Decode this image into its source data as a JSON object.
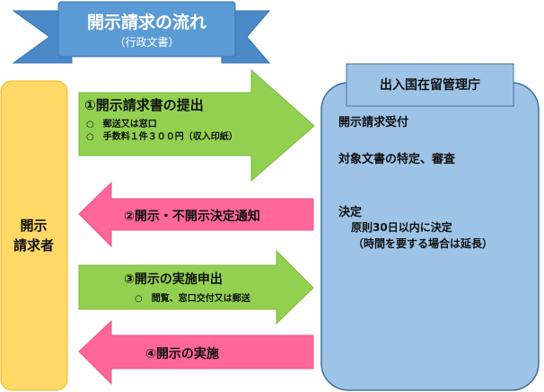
{
  "banner": {
    "title": "開示請求の流れ",
    "subtitle": "（行政文書）"
  },
  "requester": {
    "line1": "開示",
    "line2": "請求者"
  },
  "arrows": [
    {
      "title": "①開示請求書の提出",
      "items": [
        "○　郵送又は窓口",
        "○　手数料１件３００円（収入印紙）"
      ]
    },
    {
      "title": "②開示・不開示決定通知"
    },
    {
      "title": "③開示の実施申出",
      "items": [
        "○　閲覧、窓口交付又は郵送"
      ]
    },
    {
      "title": "④開示の実施"
    }
  ],
  "agency": {
    "name": "出入国在留管理庁",
    "steps": [
      "開示請求受付",
      "対象文書の特定、審査",
      "決定"
    ],
    "decision_note1": "原則30日以内に決定",
    "decision_note2": "（時間を要する場合は延長）"
  },
  "colors": {
    "banner": "#5b9bd5",
    "green": "#92d050",
    "pink": "#ff6699",
    "yellow": "#ffd966",
    "agency": "#9dc3e6"
  }
}
